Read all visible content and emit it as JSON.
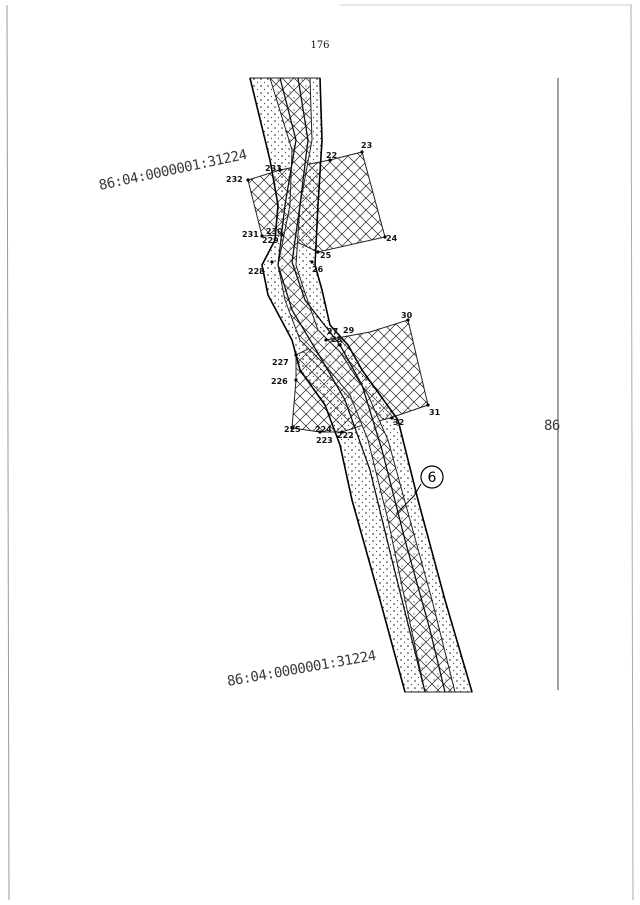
{
  "page": {
    "number": "176"
  },
  "parcels": {
    "upper_label": "86:04:0000001:31224",
    "lower_label": "86:04:0000001:31224",
    "right_label_fragment": "86"
  },
  "callout": {
    "label": "6"
  },
  "points": {
    "p22": "22",
    "p23": "23",
    "p24": "24",
    "p25": "25",
    "p26": "26",
    "p27": "27",
    "p28": "28",
    "p29": "29",
    "p30": "30",
    "p31": "31",
    "p32": "32",
    "p222": "222",
    "p223": "223",
    "p224": "224",
    "p225": "225",
    "p226": "226",
    "p227": "227",
    "p228": "228",
    "p229": "229",
    "p230": "230",
    "p231": "231",
    "p232": "232",
    "p233": "233"
  }
}
